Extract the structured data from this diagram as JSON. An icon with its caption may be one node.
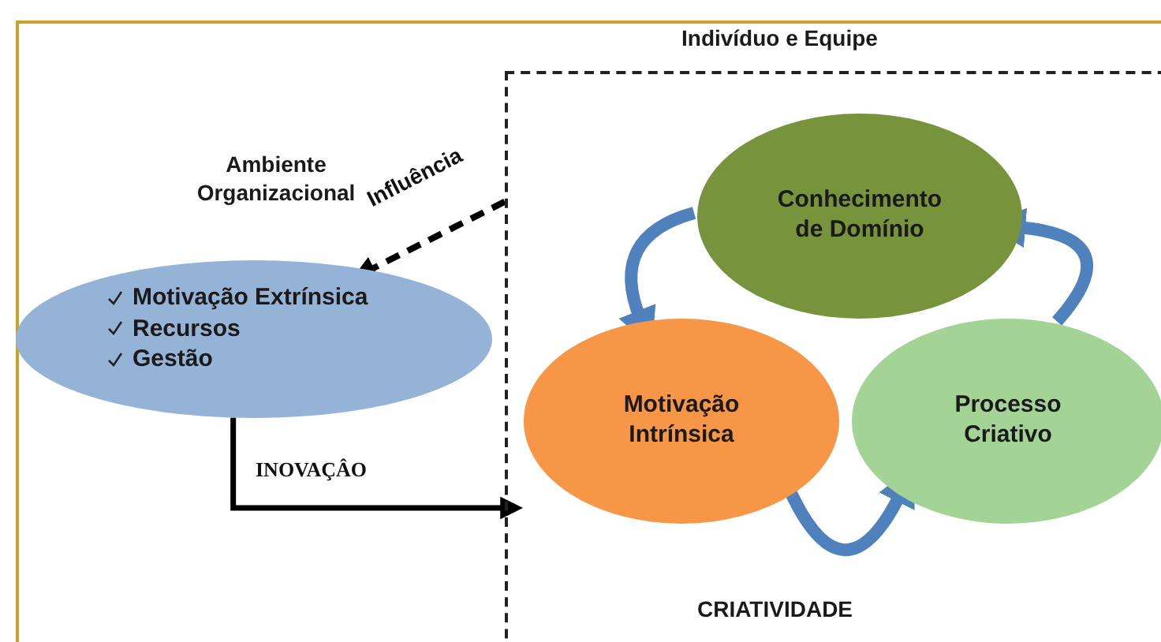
{
  "diagram": {
    "nodes": [
      {
        "text": [
          "Indivíduo e Equipe",
          "CRIATIVIDADE"
        ]
      },
      {
        "text": [
          "Conhecimento de Domínio"
        ],
        "in": 0
      },
      {
        "text": [
          "Motivação Intrínsica"
        ],
        "in": 0
      },
      {
        "text": [
          "Processo Criativo"
        ],
        "in": 0
      },
      {
        "text": [
          "Ambiente Organizacional",
          "Motivação Extrínsica",
          "Recursos",
          "Gestão"
        ]
      }
    ],
    "edges": [
      {
        "from": 0,
        "to": 4,
        "arrow": "to",
        "label": "Influência",
        "style": "dashed",
        "color": "#000000"
      },
      {
        "from": 4,
        "to": 0,
        "arrow": "to",
        "label": "INOVAÇÂO",
        "color": "#000000"
      },
      {
        "from": 1,
        "to": 2,
        "arrow": "to"
      },
      {
        "from": 2,
        "to": 3,
        "arrow": "to"
      },
      {
        "from": 3,
        "to": 1,
        "arrow": "to"
      }
    ]
  }
}
